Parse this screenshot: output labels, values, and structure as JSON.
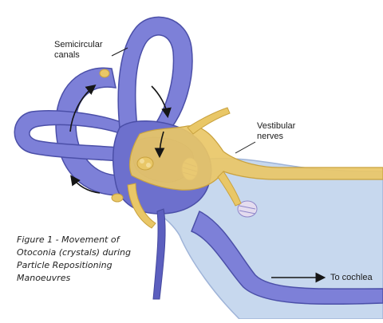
{
  "labels": {
    "semicircular_line1": "Semicircular",
    "semicircular_line2": "canals",
    "vestibular_line1": "Vestibular",
    "vestibular_line2": "nerves",
    "cochlea": "To cochlea"
  },
  "caption": {
    "line1": "Figure 1 - Movement of",
    "line2": "Otoconia (crystals) during",
    "line3": "Particle Repositioning",
    "line4": "Manoeuvres"
  },
  "colors": {
    "canal_fill": "#7d80d8",
    "canal_dark": "#6064c2",
    "canal_outline": "#4b4fa8",
    "bone": "#c7d8ee",
    "bone_outline": "#9fb4d8",
    "nerve": "#e9c767",
    "nerve_outline": "#c9a23f",
    "arrow": "#151515"
  }
}
